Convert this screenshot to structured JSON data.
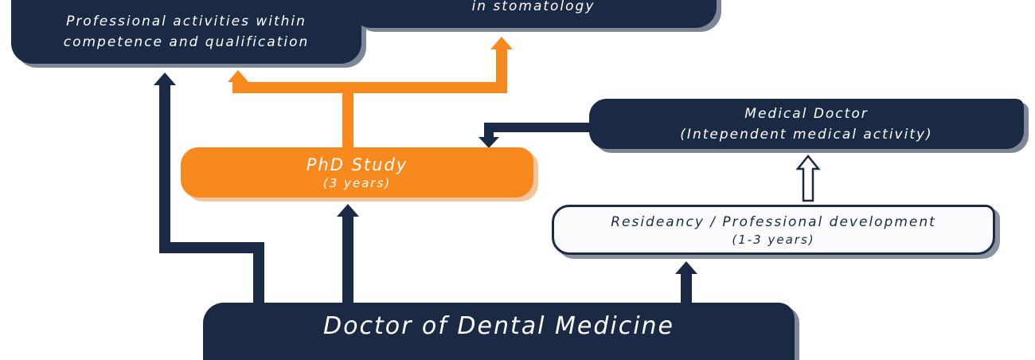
{
  "boxes": {
    "professional": {
      "line1": "Professional activities within",
      "line2": "competence and qualification"
    },
    "stomatology": {
      "line1": "in stomatology"
    },
    "medical_doctor": {
      "line1": "Medical Doctor",
      "line2": "(Intependent medical activity)"
    },
    "phd": {
      "title": "PhD Study",
      "sub": "(3 years)"
    },
    "residency": {
      "title": "Resideancy / Professional development",
      "sub": "(1-3 years)"
    },
    "ddm": {
      "title": "Doctor of Dental Medicine"
    }
  },
  "colors": {
    "navy": "#1b2a44",
    "orange": "#f7891f",
    "white": "#ffffff"
  }
}
